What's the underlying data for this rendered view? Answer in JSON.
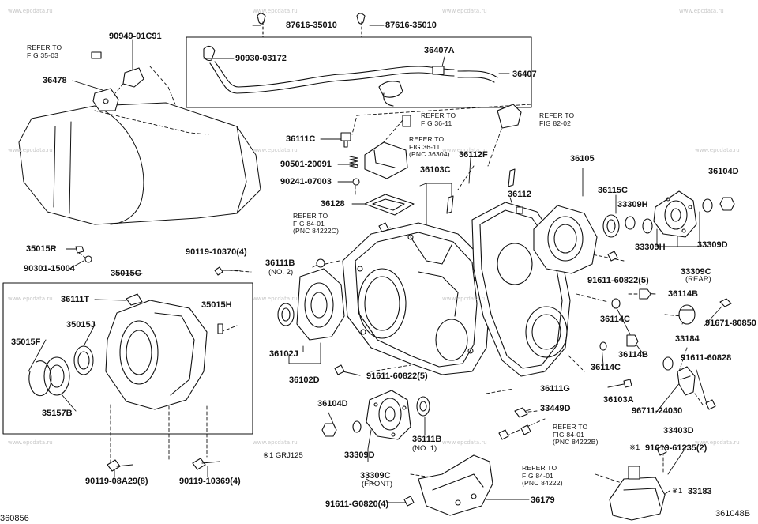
{
  "watermark": "www.epcdata.ru",
  "codes": {
    "top_left": "360856",
    "bottom_right": "361048B"
  },
  "note_series": "※1  GRJ125",
  "refs": {
    "fig35": "REFER TO\nFIG 35-03",
    "fig3611a": "REFER TO\nFIG 36-11",
    "fig3611b": "REFER TO\nFIG 36-11\n(PNC 36304)",
    "fig8202": "REFER TO\nFIG 82-02",
    "fig8401a": "REFER TO\nFIG 84-01\n(PNC 84222C)",
    "fig8401b": "REFER TO\nFIG 84-01\n(PNC 84222B)",
    "fig8401c": "REFER TO\nFIG 84-01\n(PNC 84222)"
  },
  "parts": {
    "p87616a": "87616-35010",
    "p87616b": "87616-35010",
    "p90949": "90949-01C91",
    "p90930": "90930-03172",
    "p36407a": "36407A",
    "p36407": "36407",
    "p36478": "36478",
    "p36111c": "36111C",
    "p90501": "90501-20091",
    "p90241": "90241-07003",
    "p36128": "36128",
    "p36103c": "36103C",
    "p36112f": "36112F",
    "p36112": "36112",
    "p36105": "36105",
    "p36115c": "36115C",
    "p33309h1": "33309H",
    "p33309h2": "33309H",
    "p36104d1": "36104D",
    "p33309d1": "33309D",
    "p33309c_rear": "33309C",
    "p35015r": "35015R",
    "p90301": "90301-15004",
    "p90119_370": "90119-10370(4)",
    "p35015g": "35015G",
    "p36111b2": "36111B",
    "p36111t": "36111T",
    "p35015h": "35015H",
    "p35015j": "35015J",
    "p35015f": "35015F",
    "p35157b": "35157B",
    "p36102j": "36102J",
    "p36102d": "36102D",
    "p91611a": "91611-60822(5)",
    "p91611b": "91611-60822(5)",
    "p36114b1": "36114B",
    "p91671": "91671-80850",
    "p36114c1": "36114C",
    "p33184": "33184",
    "p36114b2": "36114B",
    "p36114c2": "36114C",
    "p91611c": "91611-60828",
    "p36111g": "36111G",
    "p36103a": "36103A",
    "p96711": "96711-24030",
    "p33449d": "33449D",
    "p33403d": "33403D",
    "p36104d2": "36104D",
    "p36111b1": "36111B",
    "p33309d2": "33309D",
    "p33309c_front": "33309C",
    "p91619": "91619-61235(2)",
    "p33183": "33183",
    "p90119_a29": "90119-08A29(8)",
    "p90119_369": "90119-10369(4)",
    "p91611g": "91611-G0820(4)",
    "p36179": "36179"
  },
  "subs": {
    "no2": "(NO. 2)",
    "no1": "(NO. 1)",
    "rear": "(REAR)",
    "front": "(FRONT)",
    "mark1": "※1",
    "mark2": "※1"
  }
}
